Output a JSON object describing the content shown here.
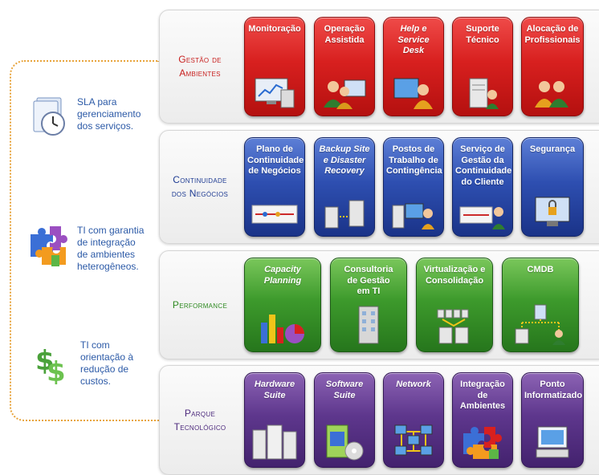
{
  "colors": {
    "bracket": "#e8a43c",
    "red": "#c8201f",
    "blue": "#2e4fb1",
    "green": "#3d9a2c",
    "purple": "#5e378d",
    "side_text": "#2c5aa7"
  },
  "side": [
    {
      "icon": "clock-document-icon",
      "text": "SLA para\ngerenciamento\ndos serviços."
    },
    {
      "icon": "puzzle-pieces-icon",
      "text": "TI com garantia\nde integração\nde ambientes\nheterogêneos."
    },
    {
      "icon": "dollar-signs-icon",
      "text": "TI com\norientação à\nredução de\ncustos."
    }
  ],
  "tiers": [
    {
      "label_lines": [
        "Gestão de",
        "Ambientes"
      ],
      "label_color": "#c8201f",
      "cards": [
        {
          "title": "Monitoração",
          "italic": false,
          "icon": "monitor-chart-icon"
        },
        {
          "title": "Operação\nAssistida",
          "italic": false,
          "icon": "people-computer-icon"
        },
        {
          "title": "Help e\nService Desk",
          "italic": true,
          "icon": "helpdesk-operator-icon"
        },
        {
          "title": "Suporte\nTécnico",
          "italic": false,
          "icon": "server-user-icon"
        },
        {
          "title": "Alocação de\nProfissionais",
          "italic": false,
          "icon": "people-group-icon"
        }
      ]
    },
    {
      "label_lines": [
        "Continuidade",
        "dos Negócios"
      ],
      "label_color": "#1f3c93",
      "cards": [
        {
          "title": "Plano de\nContinuidade\nde Negócios",
          "italic": false,
          "icon": "timeline-board-icon"
        },
        {
          "title": "Backup Site\ne Disaster\nRecovery",
          "italic": true,
          "icon": "server-backup-icon"
        },
        {
          "title": "Postos de\nTrabalho de\nContingência",
          "italic": false,
          "icon": "workstation-user-icon"
        },
        {
          "title": "Serviço de\nGestão da\nContinuidade\ndo Cliente",
          "italic": false,
          "icon": "timeline-user-icon"
        },
        {
          "title": "Segurança",
          "italic": false,
          "icon": "secure-monitor-icon"
        }
      ]
    },
    {
      "label_lines": [
        "Performance"
      ],
      "label_color": "#2f8a22",
      "cards": [
        {
          "title": "Capacity\nPlanning",
          "italic": true,
          "icon": "bar-pie-chart-icon"
        },
        {
          "title": "Consultoria\nde Gestão\nem TI",
          "italic": false,
          "icon": "building-tower-icon"
        },
        {
          "title": "Virtualização e\nConsolidação",
          "italic": false,
          "icon": "virtual-servers-icon"
        },
        {
          "title": "CMDB",
          "italic": false,
          "icon": "database-network-icon"
        }
      ]
    },
    {
      "label_lines": [
        "Parque",
        "Tecnológico"
      ],
      "label_color": "#4d2a7d",
      "cards": [
        {
          "title": "Hardware\nSuite",
          "italic": true,
          "icon": "server-rack-icon"
        },
        {
          "title": "Software\nSuite",
          "italic": true,
          "icon": "software-box-icon"
        },
        {
          "title": "Network",
          "italic": true,
          "icon": "network-computers-icon"
        },
        {
          "title": "Integração de\nAmbientes",
          "italic": false,
          "icon": "puzzle-icon"
        },
        {
          "title": "Ponto\nInformatizado",
          "italic": false,
          "icon": "terminal-icon"
        }
      ]
    }
  ]
}
